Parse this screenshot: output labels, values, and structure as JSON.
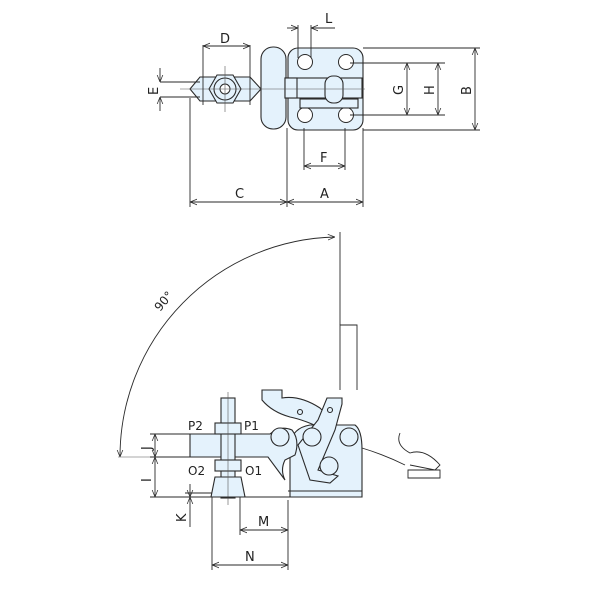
{
  "title": "Horizontal toggle clamp dimension drawing",
  "colors": {
    "part_fill": "#e4f2fc",
    "line": "#2a2a2a"
  },
  "dimensions": {
    "A": "A",
    "B": "B",
    "C": "C",
    "D": "D",
    "E": "E",
    "F": "F",
    "G": "G",
    "H": "H",
    "I": "I",
    "J": "J",
    "K": "K",
    "L": "L",
    "M": "M",
    "N": "N",
    "O1": "O1",
    "O2": "O2",
    "P1": "P1",
    "P2": "P2"
  },
  "angle_label": "90°"
}
